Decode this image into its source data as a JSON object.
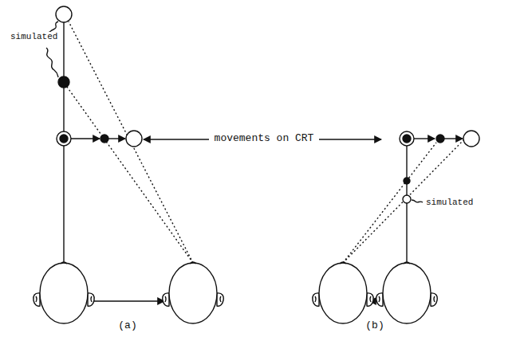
{
  "diagram": {
    "labels": [
      "simulated",
      "movements on CRT",
      "simulated",
      "(a)",
      "(b)"
    ]
  }
}
